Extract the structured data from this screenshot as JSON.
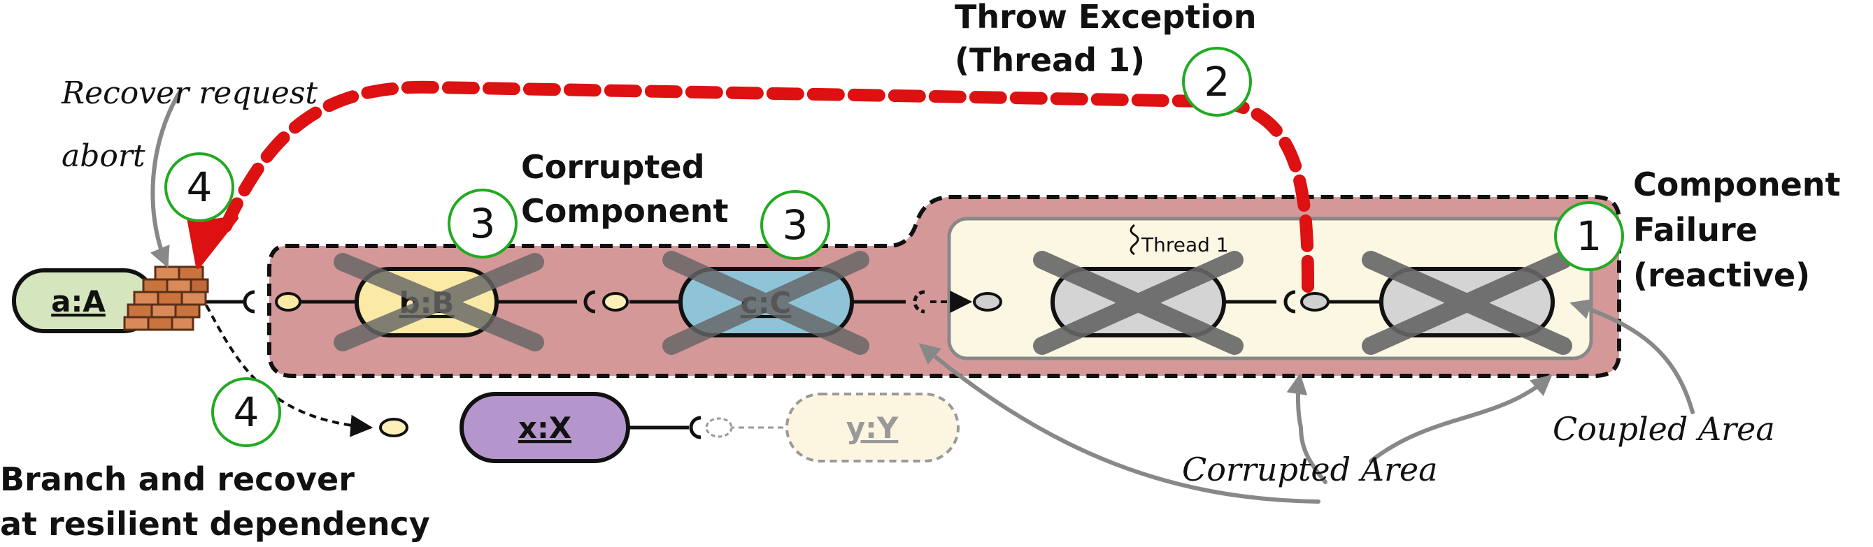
{
  "labels": {
    "throw_exception": "Throw Exception",
    "throw_thread": "(Thread 1)",
    "recover_request": "Recover request",
    "abort": "abort",
    "corrupted_component_1": "Corrupted",
    "corrupted_component_2": "Component",
    "component_failure_1": "Component",
    "component_failure_2": "Failure",
    "component_failure_3": "(reactive)",
    "thread_1": "Thread 1",
    "branch_recover_1": "Branch and recover",
    "branch_recover_2": "at resilient dependency",
    "corrupted_area": "Corrupted Area",
    "coupled_area": "Coupled Area"
  },
  "components": {
    "a": "a:A",
    "b": "b:B",
    "c": "c:C",
    "x": "x:X",
    "y": "y:Y"
  },
  "steps": {
    "step1": "1",
    "step2": "2",
    "step3a": "3",
    "step3b": "3",
    "step4a": "4",
    "step4b": "4"
  },
  "colors": {
    "corrupted_region": "#d59898",
    "coupled_region": "#fcf7e3",
    "component_a": "#d5e5be",
    "component_b": "#fbe9a6",
    "component_c": "#8fc4d8",
    "component_x": "#b596cc",
    "component_y": "#fcf6e0",
    "failed_component": "#d4d4d4",
    "exception_arrow": "#dd1111",
    "step_circle_border": "#22aa22"
  }
}
